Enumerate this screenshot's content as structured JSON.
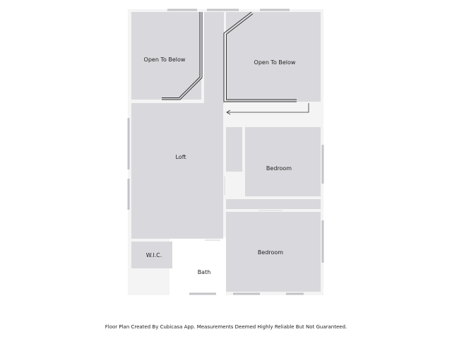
{
  "rooms": {
    "open_to_below_left": "Open To Below",
    "open_to_below_right": "Open To Below",
    "loft": "Loft",
    "bedroom_upper": "Bedroom",
    "bedroom_lower": "Bedroom",
    "wic": "W.I.C.",
    "bath": "Bath"
  },
  "footer": {
    "disclaimer": "Floor Plan Created By Cubicasa App. Measurements Deemed Highly Reliable But Not Guaranteed."
  },
  "colors": {
    "room_fill": "#d9d8dc",
    "wall": "#ffffff",
    "window": "#c4c3c7",
    "rail": "#333333"
  }
}
